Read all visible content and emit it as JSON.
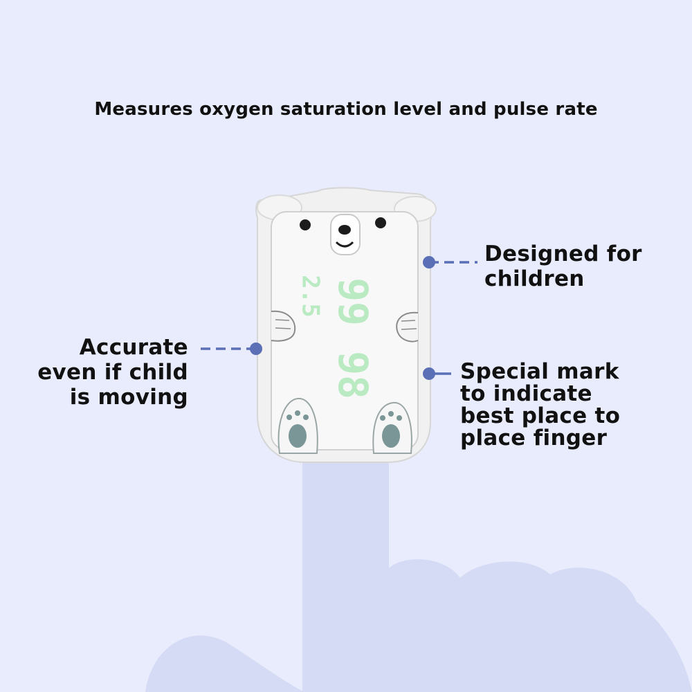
{
  "headline": "Measures oxygen saturation level and pulse rate",
  "callouts": {
    "left": [
      "Accurate",
      "even if child",
      "is moving"
    ],
    "right_top": [
      "Designed for",
      "children"
    ],
    "right_bottom": [
      "Special mark",
      "to indicate",
      "best place to",
      "place finger"
    ]
  },
  "device_display": {
    "spo2": "99",
    "pulse": "98",
    "pi": "2.5"
  },
  "colors": {
    "background": "#e9ecfc",
    "finger": "#d5dbf5",
    "dot": "#5a6fb6",
    "display_digits": "#a4e6b0",
    "paw_pad": "#7a9696"
  }
}
